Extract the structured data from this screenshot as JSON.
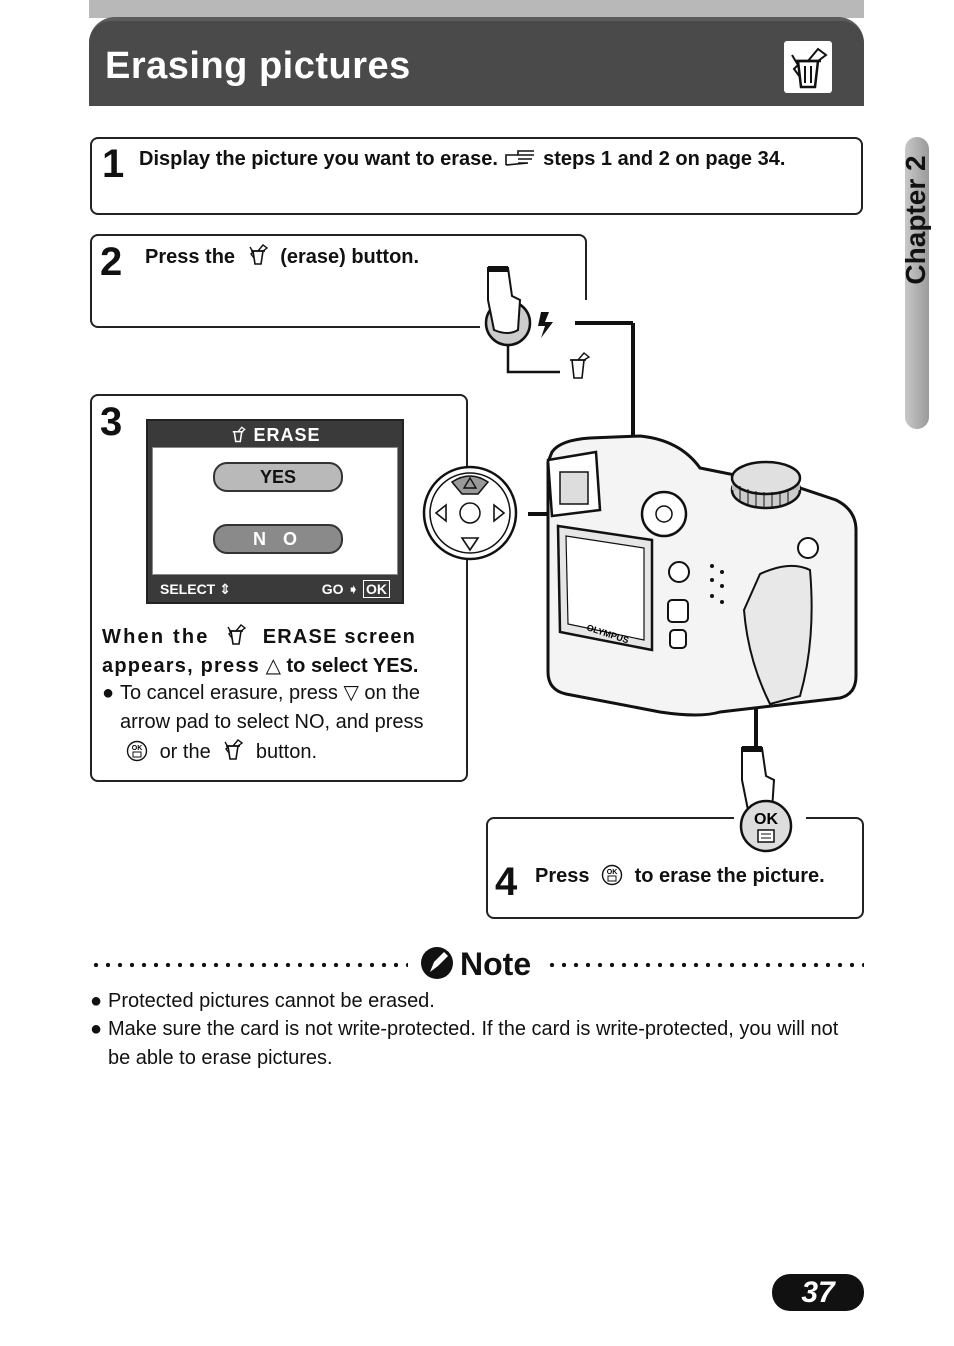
{
  "header": {
    "title": "Erasing pictures"
  },
  "chapter": {
    "label": "Chapter 2"
  },
  "step1": {
    "num": "1",
    "text_a": "Display the picture you want to erase.",
    "text_b": "steps 1 and 2 on page 34."
  },
  "step2": {
    "num": "2",
    "text_a": "Press the",
    "text_b": "(erase) button."
  },
  "step3": {
    "num": "3",
    "screen": {
      "title": "ERASE",
      "yes": "YES",
      "no": "N O",
      "foot_left": "SELECT",
      "foot_right": "GO",
      "foot_ok": "OK"
    },
    "text_a": "When the",
    "text_b": "ERASE screen appears, press",
    "text_c": "to select YES.",
    "sub_a": "To cancel erasure, press",
    "sub_b": "on the arrow pad to select NO, and press",
    "sub_c": "or the",
    "sub_d": "button."
  },
  "step4": {
    "num": "4",
    "text_a": "Press",
    "text_b": "to erase the picture."
  },
  "camera": {
    "brand": "OLYMPUS",
    "ok_label": "OK"
  },
  "note": {
    "heading": "Note",
    "items": [
      "Protected pictures cannot be erased.",
      "Make sure the card is not write-protected. If the card is write-protected, you will not be able to erase pictures."
    ]
  },
  "page": {
    "number": "37"
  }
}
